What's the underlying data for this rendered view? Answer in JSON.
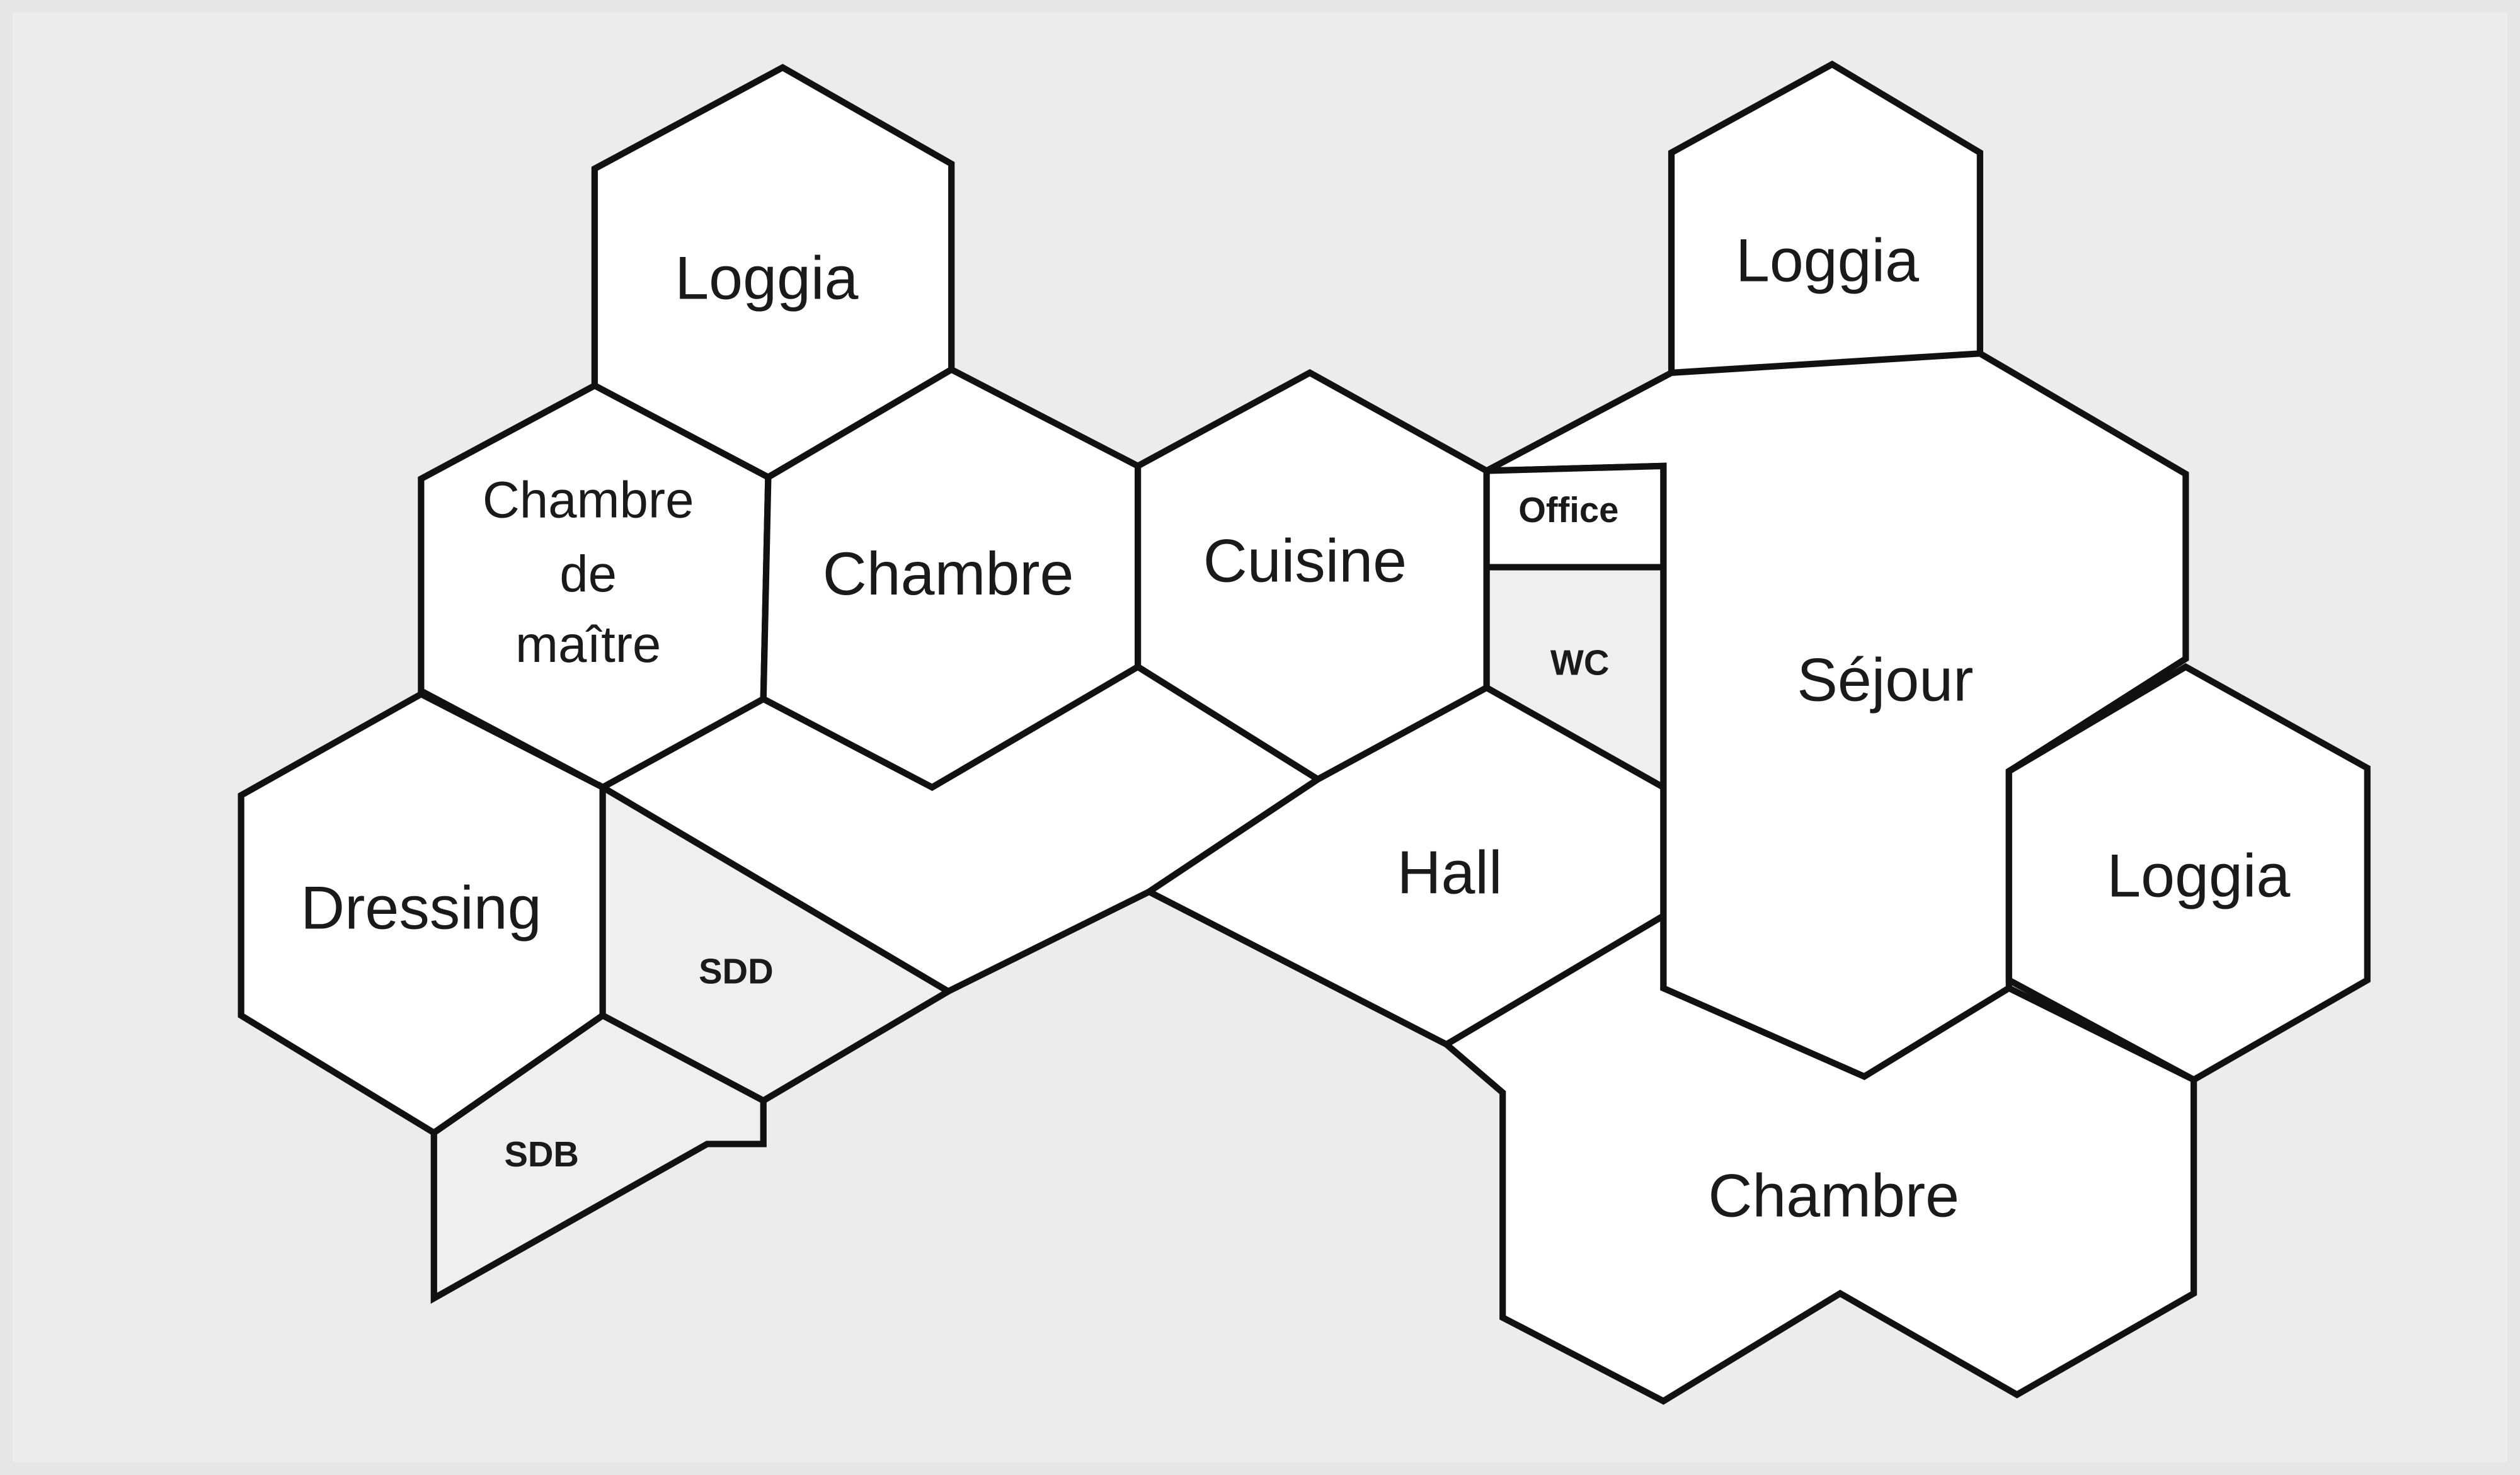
{
  "rooms": {
    "loggia_top_left": "Loggia",
    "chambre_maitre_1": "Chambre",
    "chambre_maitre_2": "de",
    "chambre_maitre_3": "maître",
    "chambre": "Chambre",
    "cuisine": "Cuisine",
    "dressing": "Dressing",
    "sdd": "SDD",
    "sdb": "SDB",
    "loggia_top_right": "Loggia",
    "office": "Office",
    "wc": "WC",
    "sejour": "Séjour",
    "hall": "Hall",
    "loggia_right": "Loggia",
    "chambre_bottom": "Chambre"
  }
}
